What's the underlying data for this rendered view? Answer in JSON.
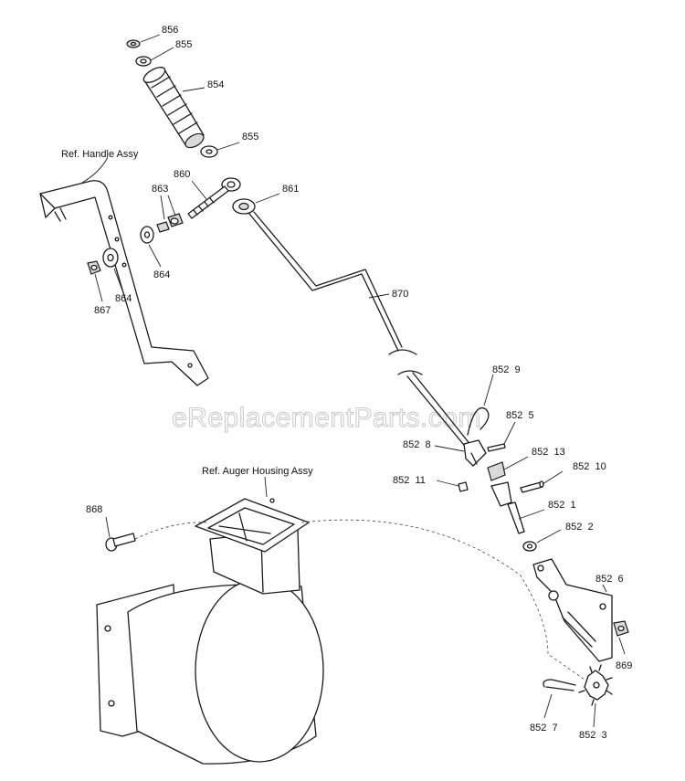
{
  "watermark": "eReplacementParts.com",
  "references": {
    "handle": "Ref. Handle Assy",
    "auger_housing": "Ref. Auger Housing Assy"
  },
  "callouts": {
    "c856": "856",
    "c855_top": "855",
    "c854": "854",
    "c855_mid": "855",
    "c860": "860",
    "c863": "863",
    "c861": "861",
    "c864_right": "864",
    "c864_left": "864",
    "c867": "867",
    "c870": "870",
    "c852_9": "852  9",
    "c852_5": "852  5",
    "c852_8": "852  8",
    "c852_13": "852  13",
    "c852_10": "852  10",
    "c852_11": "852  11",
    "c852_1": "852  1",
    "c852_2": "852  2",
    "c868": "868",
    "c852_6": "852  6",
    "c869": "869",
    "c852_7": "852  7",
    "c852_3": "852  3"
  }
}
